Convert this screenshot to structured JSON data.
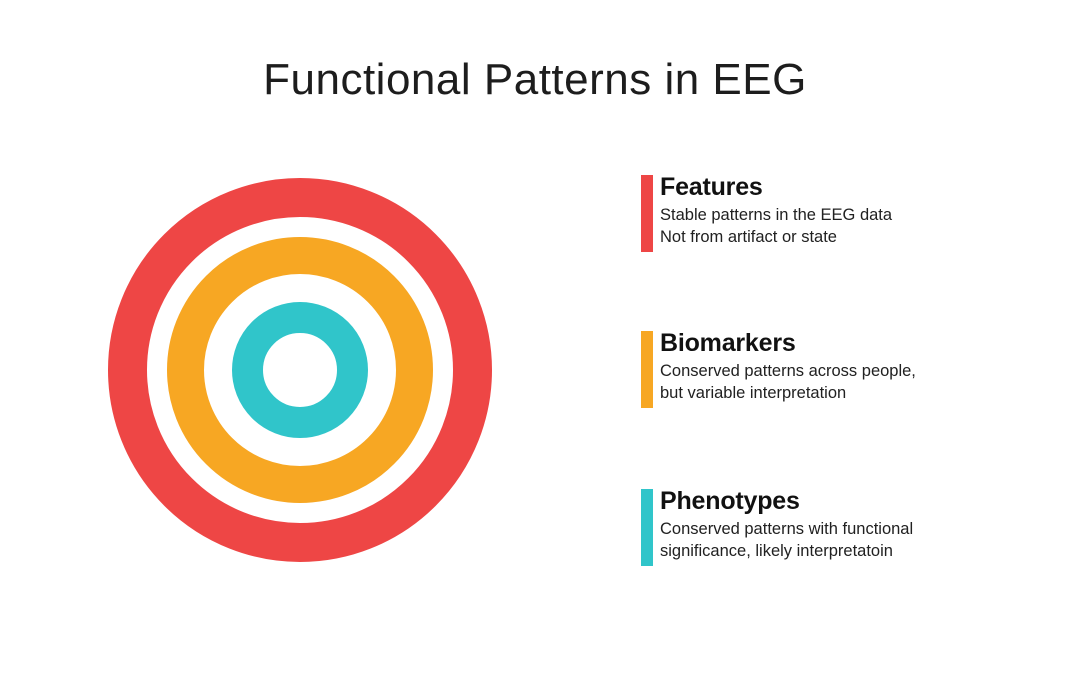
{
  "title": "Functional Patterns in EEG",
  "colors": {
    "red": "#EE4645",
    "orange": "#F7A723",
    "teal": "#30C5CA",
    "background": "#FFFFFF",
    "heading_text": "#111111",
    "body_text": "#212121"
  },
  "target_diagram": {
    "rings": [
      {
        "name": "outer-ring",
        "color": "#EE4645"
      },
      {
        "name": "middle-ring",
        "color": "#F7A723"
      },
      {
        "name": "inner-ring",
        "color": "#30C5CA"
      }
    ]
  },
  "sections": [
    {
      "heading": "Features",
      "accent_color": "#EE4645",
      "lines": [
        "Stable patterns in the EEG data",
        "Not from artifact or state"
      ]
    },
    {
      "heading": "Biomarkers",
      "accent_color": "#F7A723",
      "lines": [
        "Conserved patterns across people,",
        "but variable interpretation"
      ]
    },
    {
      "heading": "Phenotypes",
      "accent_color": "#30C5CA",
      "lines": [
        "Conserved patterns with functional",
        "significance, likely interpretatoin"
      ]
    }
  ]
}
